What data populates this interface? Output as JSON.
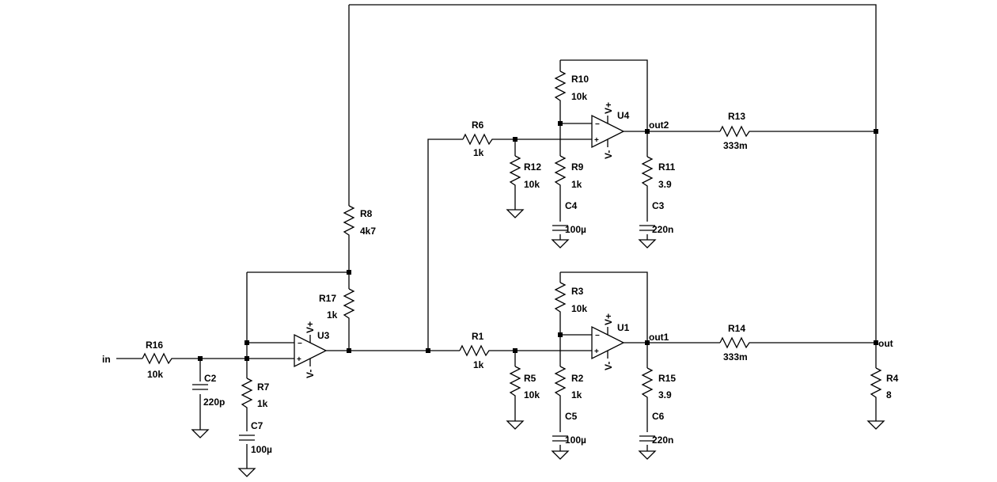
{
  "nets": {
    "in": "in",
    "out": "out",
    "out1": "out1",
    "out2": "out2"
  },
  "resistors": {
    "R1": {
      "name": "R1",
      "value": "1k"
    },
    "R2": {
      "name": "R2",
      "value": "1k"
    },
    "R3": {
      "name": "R3",
      "value": "10k"
    },
    "R4": {
      "name": "R4",
      "value": "8"
    },
    "R5": {
      "name": "R5",
      "value": "10k"
    },
    "R6": {
      "name": "R6",
      "value": "1k"
    },
    "R7": {
      "name": "R7",
      "value": "1k"
    },
    "R8": {
      "name": "R8",
      "value": "4k7"
    },
    "R9": {
      "name": "R9",
      "value": "1k"
    },
    "R10": {
      "name": "R10",
      "value": "10k"
    },
    "R11": {
      "name": "R11",
      "value": "3.9"
    },
    "R12": {
      "name": "R12",
      "value": "10k"
    },
    "R13": {
      "name": "R13",
      "value": "333m"
    },
    "R14": {
      "name": "R14",
      "value": "333m"
    },
    "R15": {
      "name": "R15",
      "value": "3.9"
    },
    "R16": {
      "name": "R16",
      "value": "10k"
    },
    "R17": {
      "name": "R17",
      "value": "1k"
    }
  },
  "capacitors": {
    "C2": {
      "name": "C2",
      "value": "220p"
    },
    "C3": {
      "name": "C3",
      "value": "220n"
    },
    "C4": {
      "name": "C4",
      "value": "100µ"
    },
    "C5": {
      "name": "C5",
      "value": "100µ"
    },
    "C6": {
      "name": "C6",
      "value": "220n"
    },
    "C7": {
      "name": "C7",
      "value": "100µ"
    }
  },
  "opamps": {
    "U1": {
      "name": "U1",
      "vpos": "V+",
      "vneg": "V-",
      "inv": "−",
      "noninv": "+"
    },
    "U3": {
      "name": "U3",
      "vpos": "V+",
      "vneg": "V-",
      "inv": "−",
      "noninv": "+"
    },
    "U4": {
      "name": "U4",
      "vpos": "V+",
      "vneg": "V-",
      "inv": "−",
      "noninv": "+"
    }
  }
}
